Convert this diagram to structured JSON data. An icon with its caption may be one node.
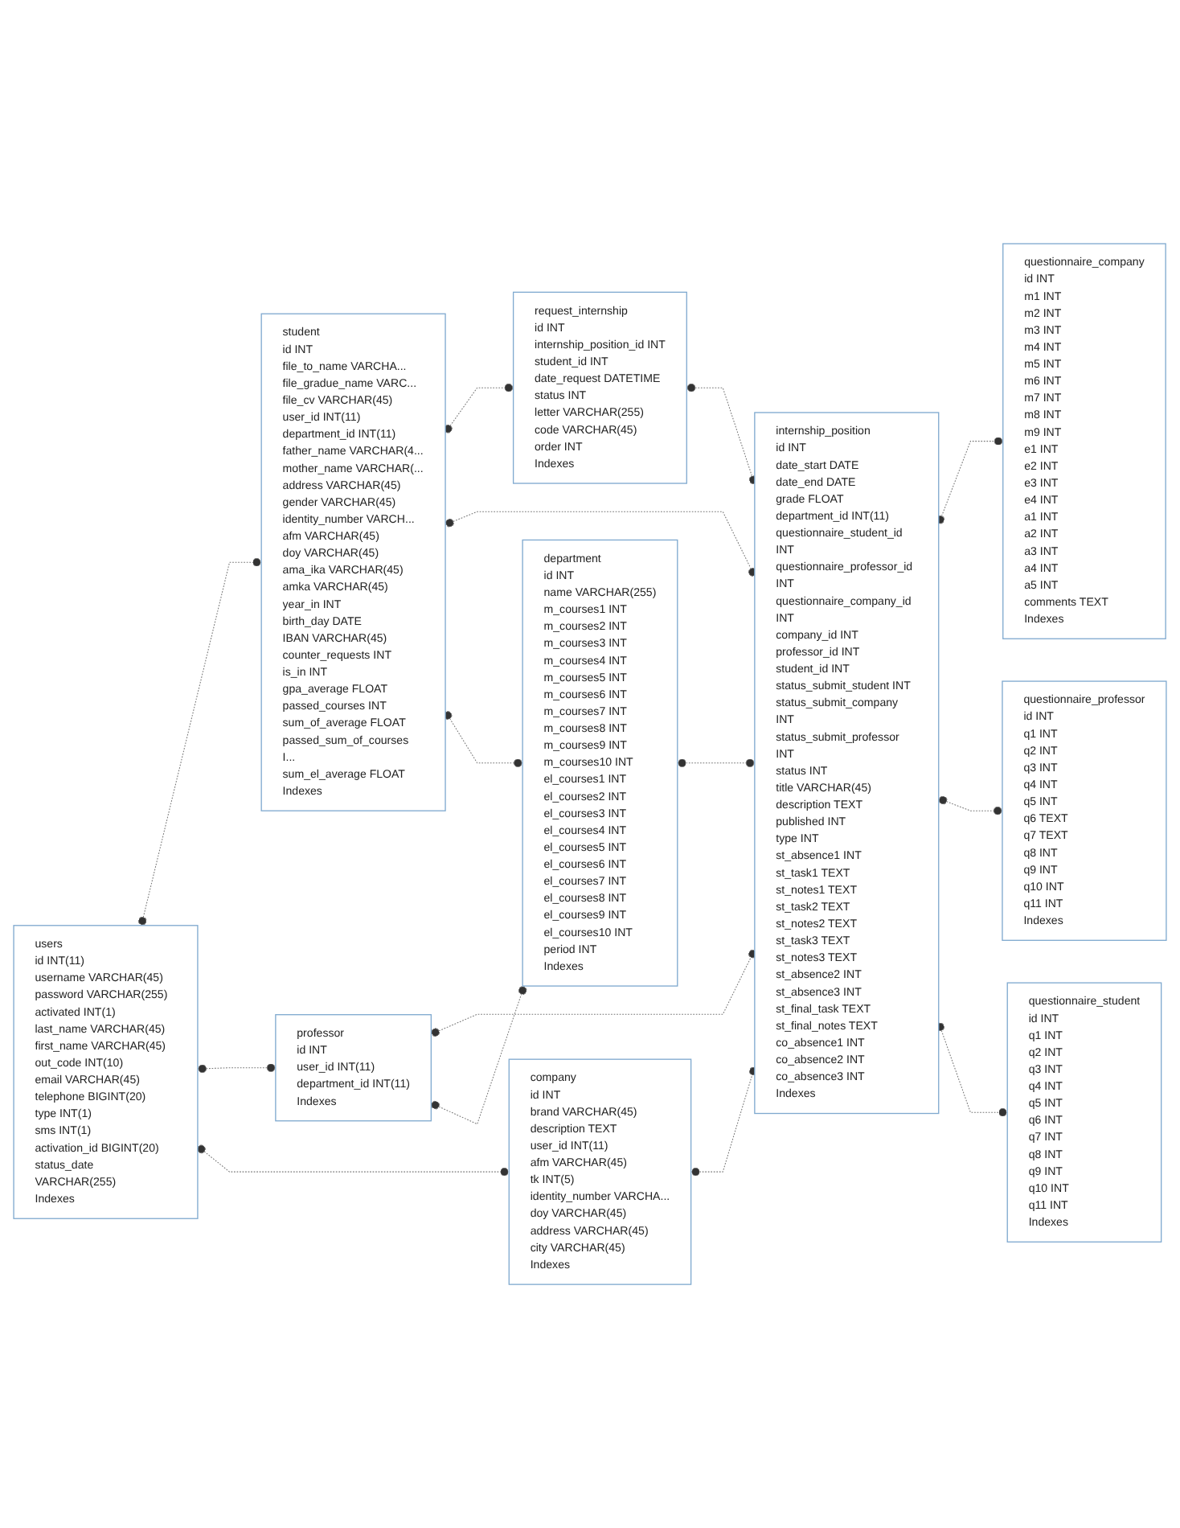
{
  "diagram": {
    "nodes": [
      {
        "text": [
          "student",
          "id INT",
          "file_to_name VARCHA...",
          "file_gradue_name VARC...",
          "file_cv VARCHAR(45)",
          "user_id INT(11)",
          "department_id INT(11)",
          "father_name VARCHAR(4...",
          "mother_name VARCHAR(...",
          "address VARCHAR(45)",
          "gender VARCHAR(45)",
          "identity_number VARCH...",
          "afm VARCHAR(45)",
          "doy VARCHAR(45)",
          "ama_ika VARCHAR(45)",
          "amka VARCHAR(45)",
          "year_in INT",
          "birth_day DATE",
          "IBAN VARCHAR(45)",
          "counter_requests INT",
          "is_in INT",
          "gpa_average FLOAT",
          "passed_courses INT",
          "sum_of_average FLOAT",
          "passed_sum_of_courses I...",
          "sum_el_average FLOAT",
          "Indexes"
        ]
      },
      {
        "text": [
          "request_internship",
          "id INT",
          "internship_position_id INT",
          "student_id INT",
          "date_request DATETIME",
          "status INT",
          "letter VARCHAR(255)",
          "code VARCHAR(45)",
          "order INT",
          "Indexes"
        ]
      },
      {
        "text": [
          "questionnaire_company",
          "id INT",
          "m1 INT",
          "m2 INT",
          "m3 INT",
          "m4 INT",
          "m5 INT",
          "m6 INT",
          "m7 INT",
          "m8 INT",
          "m9 INT",
          "e1 INT",
          "e2 INT",
          "e3 INT",
          "e4 INT",
          "a1 INT",
          "a2 INT",
          "a3 INT",
          "a4 INT",
          "a5 INT",
          "comments TEXT",
          "Indexes"
        ]
      },
      {
        "text": [
          "users",
          "id INT(11)",
          "username VARCHAR(45)",
          "password VARCHAR(255)",
          "activated INT(1)",
          "last_name VARCHAR(45)",
          "first_name VARCHAR(45)",
          "out_code INT(10)",
          "email VARCHAR(45)",
          "telephone BIGINT(20)",
          "type INT(1)",
          "sms INT(1)",
          "activation_id BIGINT(20)",
          "status_date VARCHAR(255)",
          "Indexes"
        ]
      },
      {
        "text": [
          "internship_position",
          "id INT",
          "date_start DATE",
          "date_end DATE",
          "grade FLOAT",
          "department_id INT(11)",
          "questionnaire_student_id INT",
          "questionnaire_professor_id INT",
          "questionnaire_company_id INT",
          "company_id INT",
          "professor_id INT",
          "student_id INT",
          "status_submit_student INT",
          "status_submit_company INT",
          "status_submit_professor INT",
          "status INT",
          "title VARCHAR(45)",
          "description TEXT",
          "published INT",
          "type INT",
          "st_absence1 INT",
          "st_task1 TEXT",
          "st_notes1 TEXT",
          "st_task2 TEXT",
          "st_notes2 TEXT",
          "st_task3 TEXT",
          "st_notes3 TEXT",
          "st_absence2 INT",
          "st_absence3 INT",
          "st_final_task TEXT",
          "st_final_notes TEXT",
          "co_absence1 INT",
          "co_absence2 INT",
          "co_absence3 INT",
          "Indexes"
        ]
      },
      {
        "text": [
          "professor",
          "id INT",
          "user_id INT(11)",
          "department_id INT(11)",
          "Indexes"
        ]
      },
      {
        "text": [
          "questionnaire_professor",
          "id INT",
          "q1 INT",
          "q2 INT",
          "q3 INT",
          "q4 INT",
          "q5 INT",
          "q6 TEXT",
          "q7 TEXT",
          "q8 INT",
          "q9 INT",
          "q10 INT",
          "q11 INT",
          "Indexes"
        ]
      },
      {
        "text": [
          "company",
          "id INT",
          "brand VARCHAR(45)",
          "description TEXT",
          "user_id INT(11)",
          "afm VARCHAR(45)",
          "tk INT(5)",
          "identity_number VARCHA...",
          "doy VARCHAR(45)",
          "address VARCHAR(45)",
          "city VARCHAR(45)",
          "Indexes"
        ]
      },
      {
        "text": [
          "department",
          "id INT",
          "name VARCHAR(255)",
          "m_courses1 INT",
          "m_courses2 INT",
          "m_courses3 INT",
          "m_courses4 INT",
          "m_courses5 INT",
          "m_courses6 INT",
          "m_courses7 INT",
          "m_courses8 INT",
          "m_courses9 INT",
          "m_courses10 INT",
          "el_courses1 INT",
          "el_courses2 INT",
          "el_courses3 INT",
          "el_courses4 INT",
          "el_courses5 INT",
          "el_courses6 INT",
          "el_courses7 INT",
          "el_courses8 INT",
          "el_courses9 INT",
          "el_courses10 INT",
          "period INT",
          "Indexes"
        ]
      },
      {
        "text": [
          "questionnaire_student",
          "id INT",
          "q1 INT",
          "q2 INT",
          "q3 INT",
          "q4 INT",
          "q5 INT",
          "q6 INT",
          "q7 INT",
          "q8 INT",
          "q9 INT",
          "q10 INT",
          "q11 INT",
          "Indexes"
        ]
      }
    ],
    "edges": [
      {
        "from": 3,
        "to": 0,
        "arrow": "other",
        "style": "dashed"
      },
      {
        "from": 3,
        "to": 5,
        "arrow": "other",
        "style": "dashed"
      },
      {
        "from": 3,
        "to": 7,
        "arrow": "other",
        "style": "dashed"
      },
      {
        "from": 0,
        "to": 1,
        "arrow": "other",
        "style": "dashed"
      },
      {
        "from": 1,
        "to": 4,
        "arrow": "other",
        "style": "dashed"
      },
      {
        "from": 0,
        "to": 4,
        "arrow": "other",
        "style": "dashed"
      },
      {
        "from": 4,
        "to": 2,
        "arrow": "other",
        "style": "dashed"
      },
      {
        "from": 4,
        "to": 6,
        "arrow": "other",
        "style": "dashed"
      },
      {
        "from": 4,
        "to": 9,
        "arrow": "other",
        "style": "dashed"
      },
      {
        "from": 5,
        "to": 4,
        "arrow": "other",
        "style": "dashed"
      },
      {
        "from": 7,
        "to": 4,
        "arrow": "other",
        "style": "dashed"
      },
      {
        "from": 8,
        "to": 0,
        "arrow": "other",
        "style": "dashed"
      },
      {
        "from": 8,
        "to": 4,
        "arrow": "other",
        "style": "dashed"
      },
      {
        "from": 8,
        "to": 5,
        "arrow": "other",
        "style": "dashed"
      }
    ]
  }
}
